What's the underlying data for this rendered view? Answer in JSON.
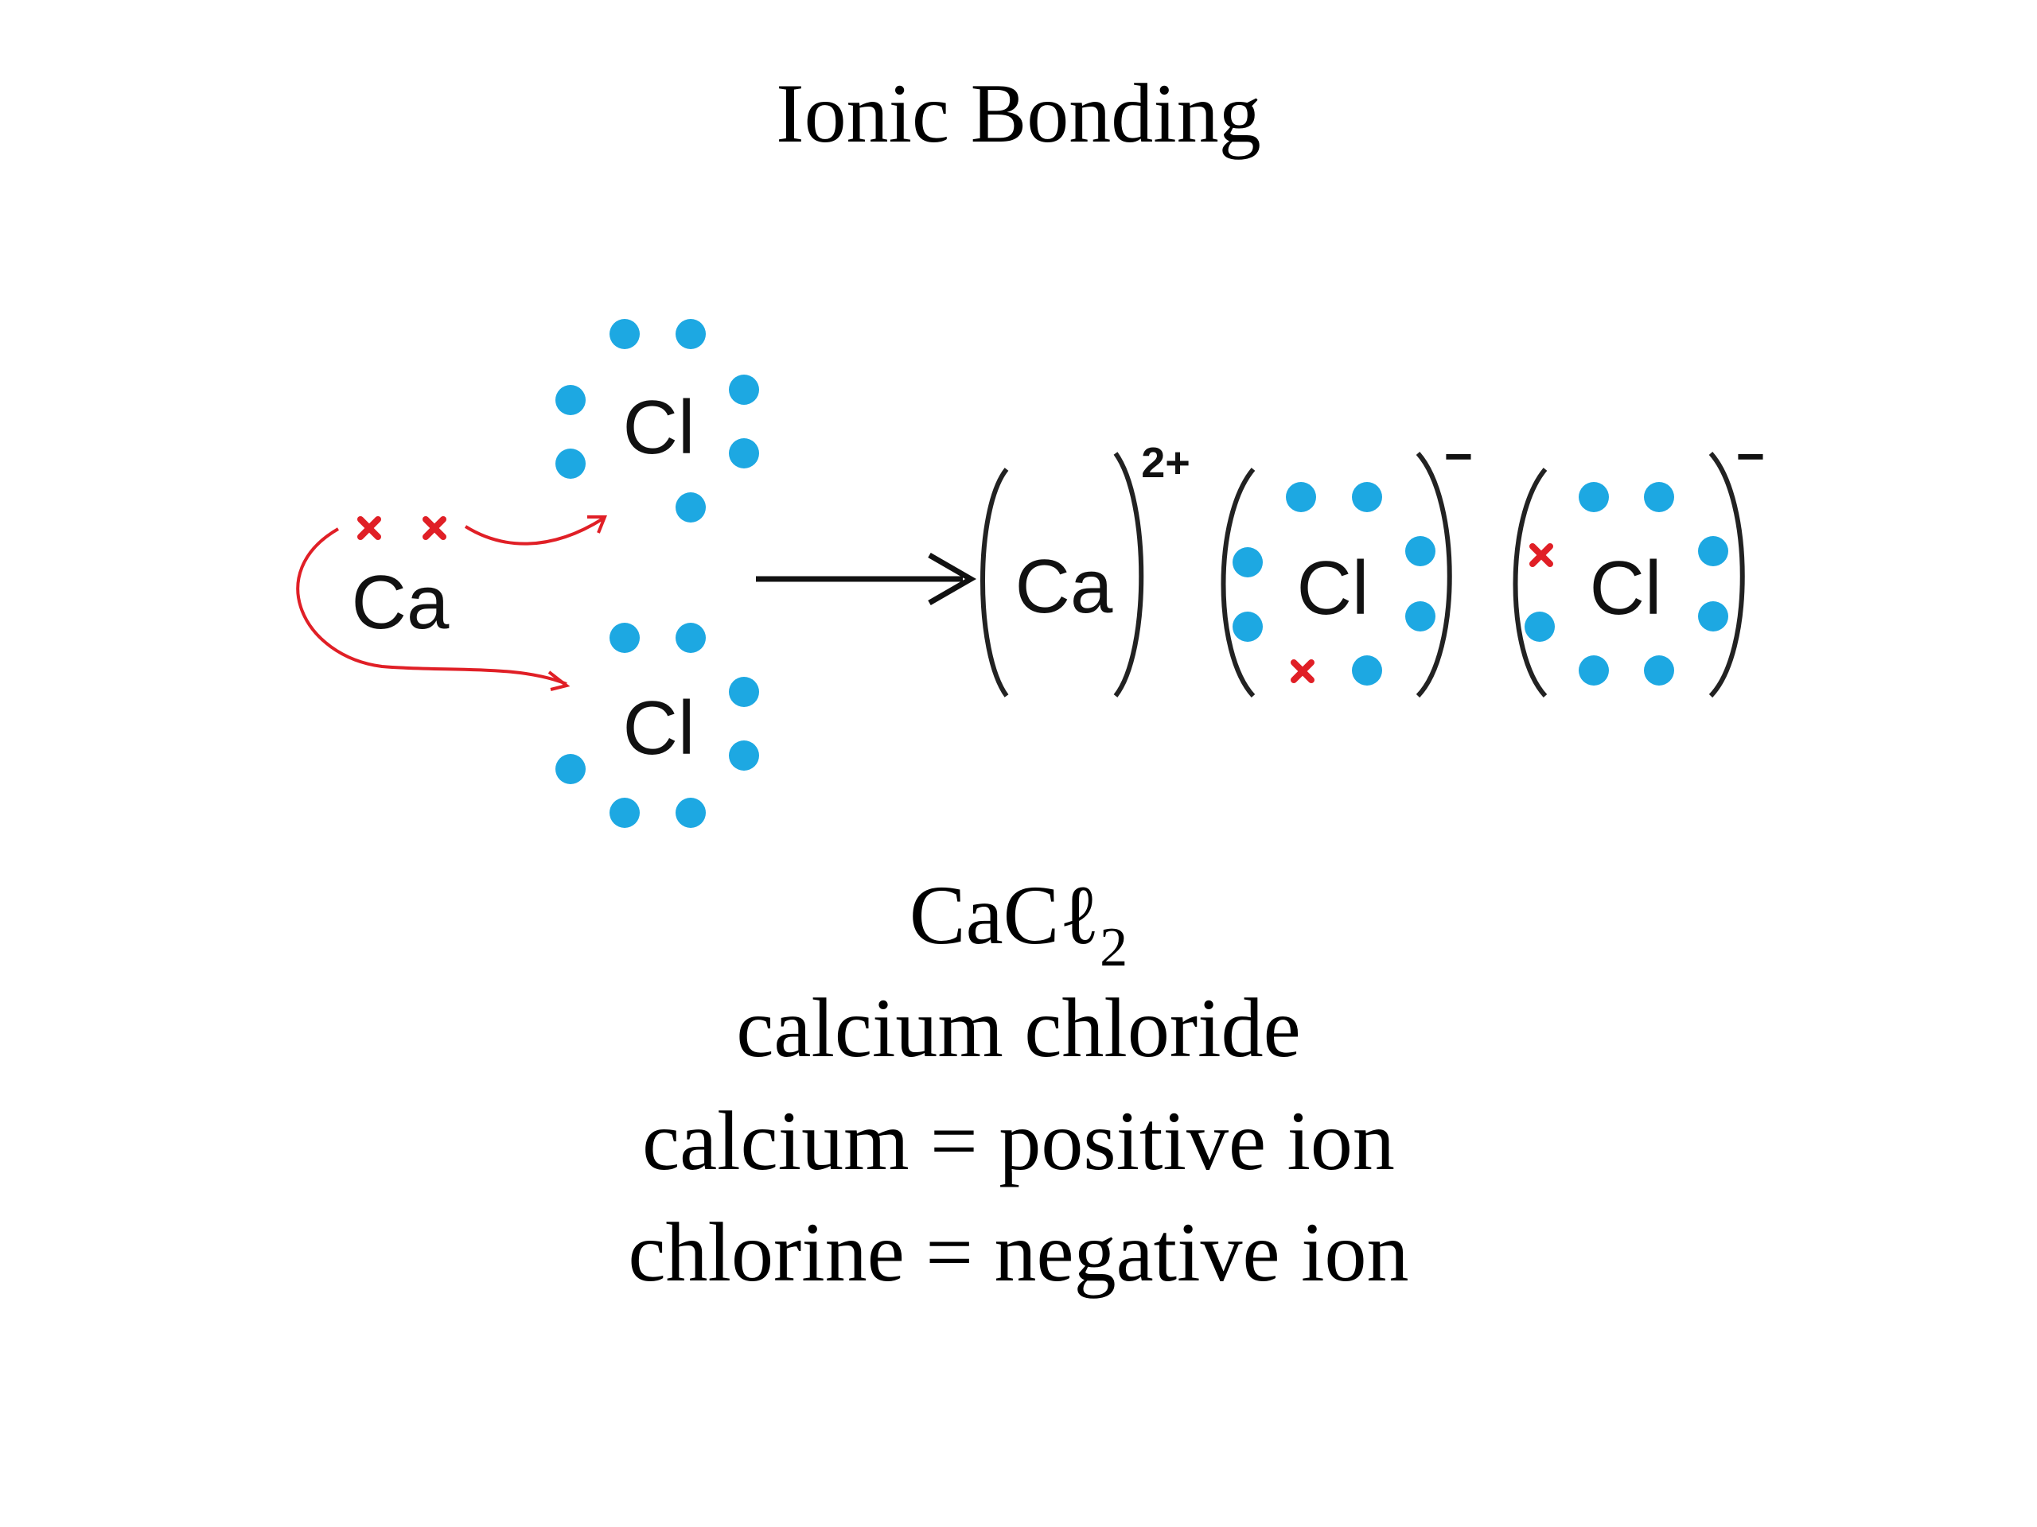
{
  "title": "Ionic Bonding",
  "diagram": {
    "reactant_ca": "Ca",
    "reactant_cl_top": "Cl",
    "reactant_cl_bottom": "Cl",
    "product_ca": "Ca",
    "product_ca_charge": "2+",
    "product_cl_1": "Cl",
    "product_cl_1_charge": "−",
    "product_cl_2": "Cl",
    "product_cl_2_charge": "−",
    "colors": {
      "electron_dot": "#1da8e2",
      "transferred_electron": "#e01f26",
      "arrow": "#111111"
    }
  },
  "formula": {
    "main": "CaCℓ",
    "subscript": "2"
  },
  "lines": [
    "calcium chloride",
    "calcium = positive ion",
    "chlorine = negative ion"
  ]
}
